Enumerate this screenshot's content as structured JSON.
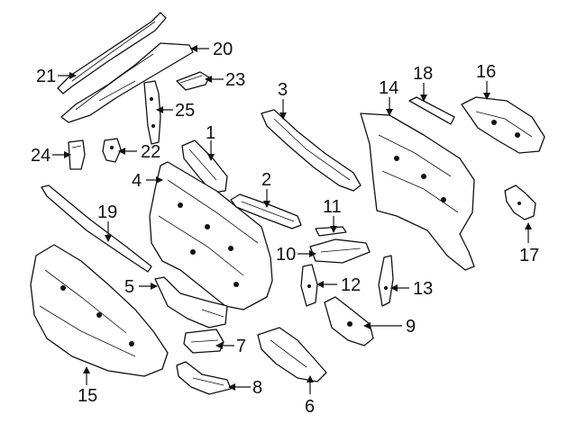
{
  "parts": [
    {
      "id": "p1",
      "label": "1"
    },
    {
      "id": "p2",
      "label": "2"
    },
    {
      "id": "p3",
      "label": "3"
    },
    {
      "id": "p4",
      "label": "4"
    },
    {
      "id": "p5",
      "label": "5"
    },
    {
      "id": "p6",
      "label": "6"
    },
    {
      "id": "p7",
      "label": "7"
    },
    {
      "id": "p8",
      "label": "8"
    },
    {
      "id": "p9",
      "label": "9"
    },
    {
      "id": "p10",
      "label": "10"
    },
    {
      "id": "p11",
      "label": "11"
    },
    {
      "id": "p12",
      "label": "12"
    },
    {
      "id": "p13",
      "label": "13"
    },
    {
      "id": "p14",
      "label": "14"
    },
    {
      "id": "p15",
      "label": "15"
    },
    {
      "id": "p16",
      "label": "16"
    },
    {
      "id": "p17",
      "label": "17"
    },
    {
      "id": "p18",
      "label": "18"
    },
    {
      "id": "p19",
      "label": "19"
    },
    {
      "id": "p20",
      "label": "20"
    },
    {
      "id": "p21",
      "label": "21"
    },
    {
      "id": "p22",
      "label": "22"
    },
    {
      "id": "p23",
      "label": "23"
    },
    {
      "id": "p24",
      "label": "24"
    },
    {
      "id": "p25",
      "label": "25"
    }
  ],
  "colors": {
    "line": "#111111",
    "background": "#ffffff"
  }
}
